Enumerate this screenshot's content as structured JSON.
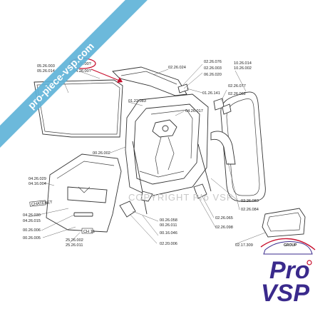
{
  "watermark": {
    "text": "pro-piece-vsp.com",
    "copyright": "COPYRIGHT Pro VSP"
  },
  "labels": {
    "p05_26_003": "05.26.003",
    "p05_26_014": "05.26.014",
    "p05_26_00x_circled": "05.26.00?",
    "p04_26_00x": "04.26.00?",
    "p02_26_024": "02.26.024",
    "p02_26_076": "02.26.076",
    "p02_26_003": "02.26.003",
    "p06_26_020": "06.26.020",
    "p10_26_014": "10.26.014",
    "p10_26_002": "10.26.002",
    "p01_22_083": "01.22.083",
    "p01_26_141": "01.26.141",
    "p02_26_077": "02.26.077",
    "p02_26_062": "02.26.062",
    "p04_26_017": "04.26.017",
    "p00_26_002": "00.26.002",
    "p04_26_029": "04.26.029",
    "p04_16_004": "04.16.004",
    "p04_26_030": "04.26.030",
    "p04_26_015": "04.26.015",
    "p00_26_006": "00.26.006",
    "p00_26_005": "00.26.005",
    "p25_26_002": "25.26.002",
    "p25_26_011": "25.26.011",
    "p00_26_058": "00.26.058",
    "p00_26_011": "00.26.011",
    "p00_16_046": "00.16.046",
    "p02_20_006": "02.20.006",
    "p02_26_065": "02.26.065",
    "p02_26_098": "02.26.098",
    "p02_26_083": "02.26.083",
    "p02_26_084": "02.26.084",
    "p02_17_309": "02.17.309"
  },
  "badges": {
    "ch_s": "CH 16",
    "ch_k": "CHATENET"
  },
  "logo": {
    "pro": "Pro",
    "vsp": "VSP",
    "tagline": "GROUP",
    "brand_color": "#3a2a8c",
    "accent_color": "#c8102e"
  },
  "colors": {
    "banner": "#5fb3d8",
    "highlight_circle": "#c8102e",
    "arrow": "#c8102e"
  }
}
